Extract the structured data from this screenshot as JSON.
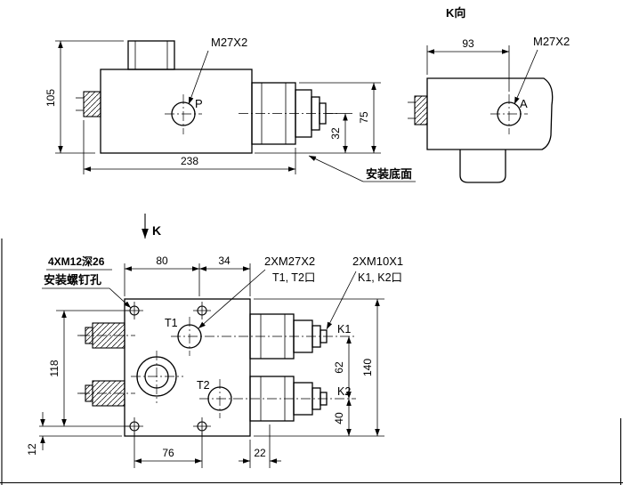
{
  "drawing": {
    "background": "#ffffff",
    "line_color": "#000000",
    "side_view": {
      "thread_label": "M27X2",
      "port_label": "P",
      "dim_height": "105",
      "dim_width": "238",
      "dim_fitting_height": "75",
      "dim_axis_to_base": "32",
      "mounting_note": "安装底面"
    },
    "k_view": {
      "title": "K向",
      "dim_width": "93",
      "thread_label": "M27X2",
      "port_label": "A"
    },
    "plan_view": {
      "direction_label": "K",
      "screw_note_line1": "4XM12深26",
      "screw_note_line2": "安装螺钉孔",
      "dim_top_left": "80",
      "dim_top_right": "34",
      "t_port_note_line1": "2XM27X2",
      "t_port_note_line2": "T1, T2口",
      "k_port_note_line1": "2XM10X1",
      "k_port_note_line2": "K1, K2口",
      "dim_hole_spacing_v": "118",
      "dim_hole_to_edge": "12",
      "dim_hole_spacing_h": "76",
      "dim_edge_offset": "22",
      "dim_k1_k2": "62",
      "dim_k2_to_base": "40",
      "dim_total_height": "140",
      "port_t1": "T1",
      "port_t2": "T2",
      "port_k1": "K1",
      "port_k2": "K2"
    }
  }
}
